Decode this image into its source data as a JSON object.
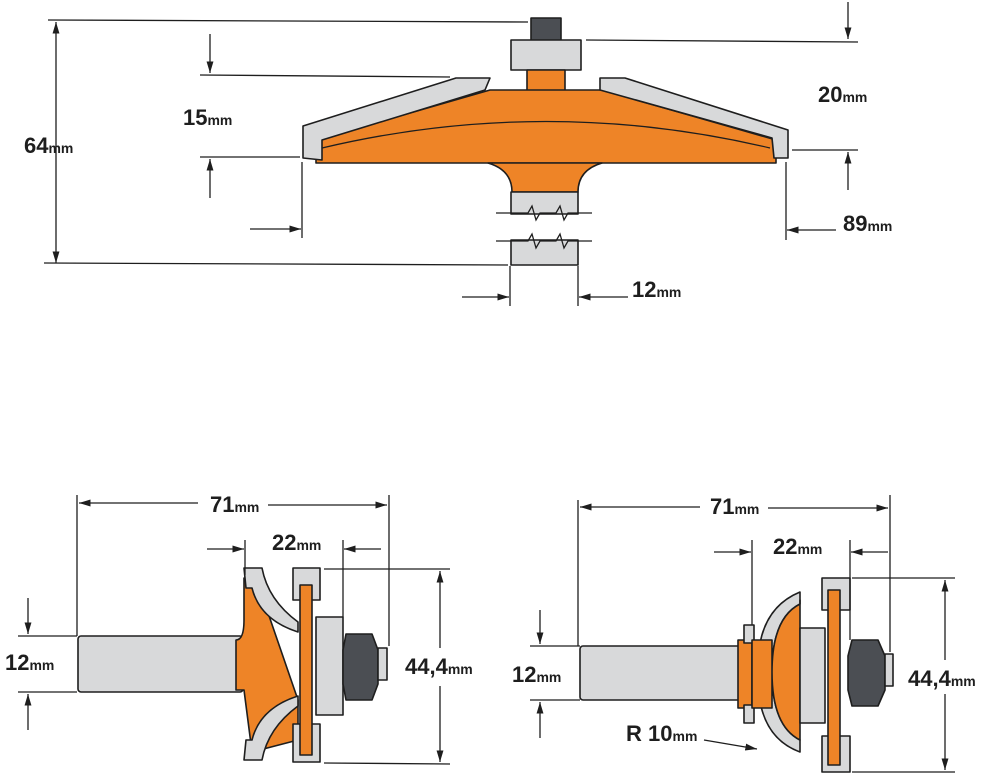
{
  "unit": "mm",
  "top_bit": {
    "overall_height": "64",
    "cut_height": "15",
    "bearing_offset": "20",
    "diameter": "89",
    "shank": "12"
  },
  "left_bit": {
    "overall_length": "71",
    "cut_length": "22",
    "diameter": "44,4",
    "shank": "12"
  },
  "right_bit": {
    "overall_length": "71",
    "cut_length": "22",
    "diameter": "44,4",
    "shank": "12",
    "radius_prefix": "R",
    "radius": "10"
  },
  "colors": {
    "cutter_body": "#ee8427",
    "carbide": "#d8d9da",
    "nut": "#4b4e53"
  }
}
